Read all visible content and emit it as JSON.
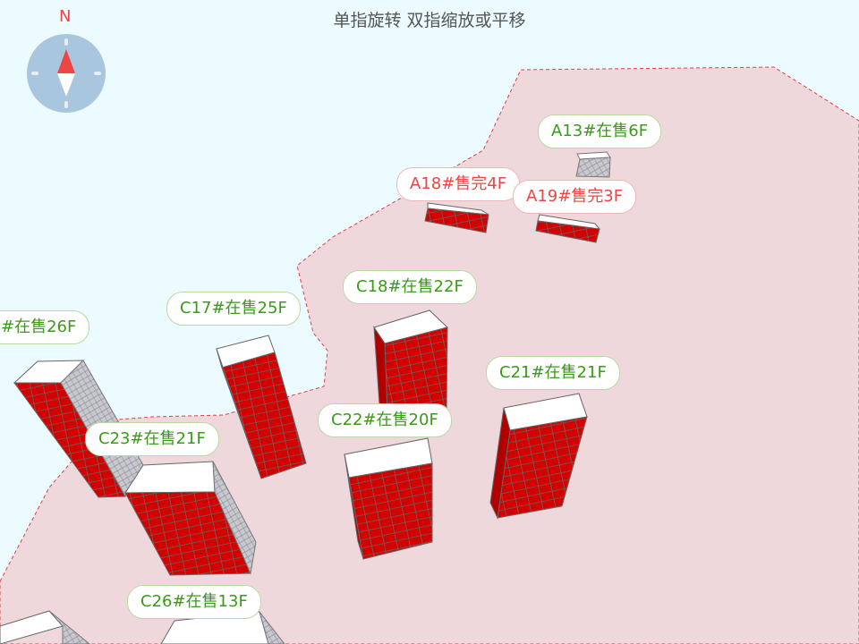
{
  "hint": "单指旋转 双指缩放或平移",
  "compass": {
    "north_label": "N"
  },
  "colors": {
    "sky": "#ecfbff",
    "land": "#efd8dc",
    "building": "#d40000",
    "on_sale": "#3a9a1a",
    "sold_out": "#f04545"
  },
  "buildings": [
    {
      "label": "A13#在售6F",
      "status": "on_sale"
    },
    {
      "label": "A18#售完4F",
      "status": "sold_out"
    },
    {
      "label": "A19#售完3F",
      "status": "sold_out"
    },
    {
      "label": "C18#在售22F",
      "status": "on_sale"
    },
    {
      "label": "C17#在售25F",
      "status": "on_sale"
    },
    {
      "label": "#在售26F",
      "status": "on_sale"
    },
    {
      "label": "C21#在售21F",
      "status": "on_sale"
    },
    {
      "label": "C22#在售20F",
      "status": "on_sale"
    },
    {
      "label": "C23#在售21F",
      "status": "on_sale"
    },
    {
      "label": "C26#在售13F",
      "status": "on_sale"
    }
  ]
}
